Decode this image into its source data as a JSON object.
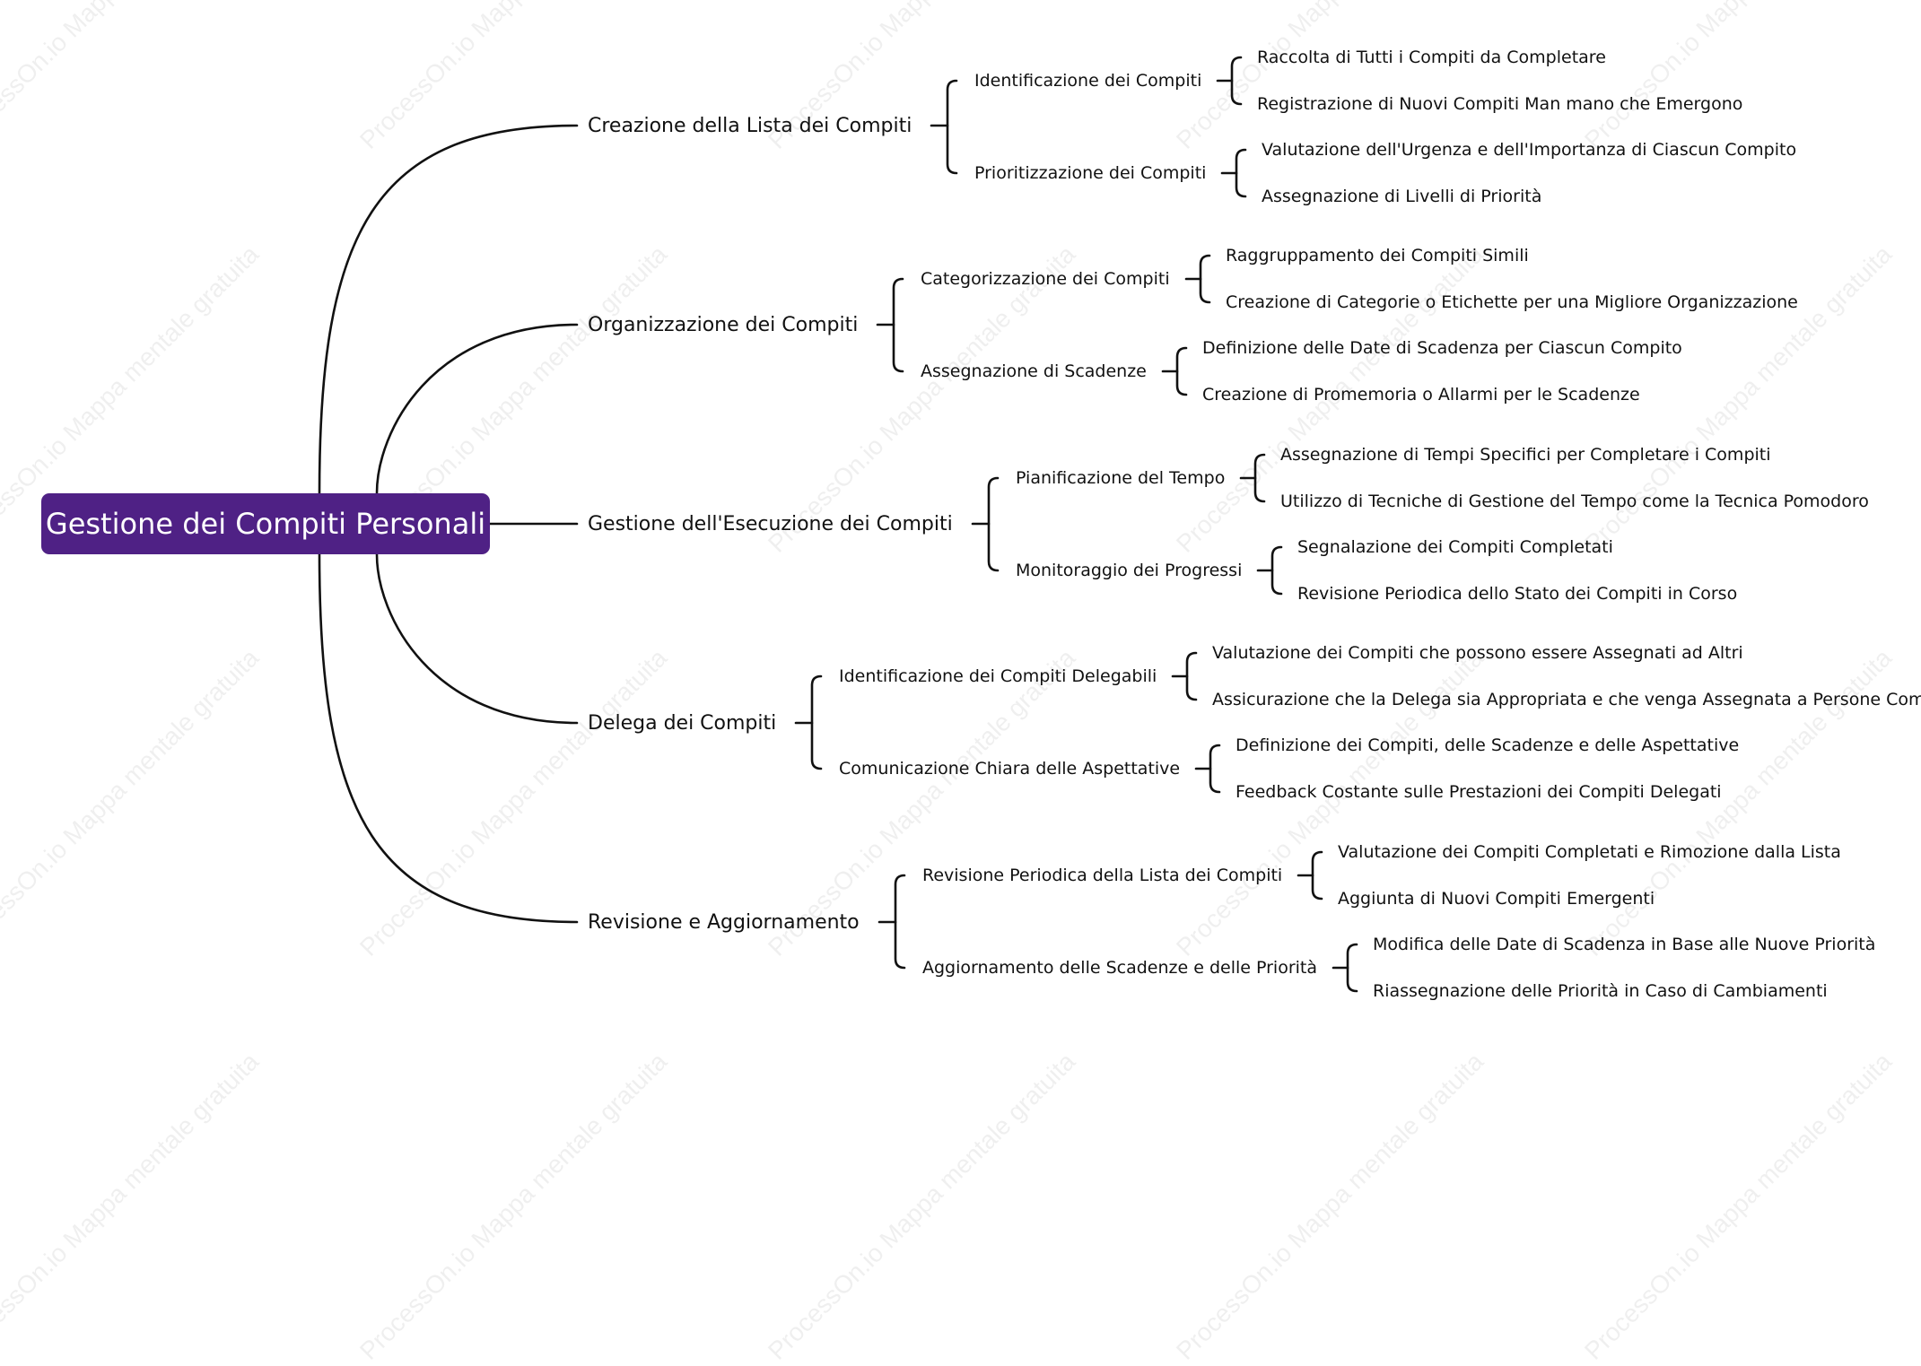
{
  "root": "Gestione dei Compiti Personali",
  "watermark": "ProcessOn.io Mappa mentale gratuita",
  "branches": [
    {
      "label": "Creazione della Lista dei Compiti",
      "children": [
        {
          "label": "Identificazione dei Compiti",
          "children": [
            "Raccolta di Tutti i Compiti da Completare",
            "Registrazione di Nuovi Compiti Man mano che Emergono"
          ]
        },
        {
          "label": "Prioritizzazione dei Compiti",
          "children": [
            "Valutazione dell'Urgenza e dell'Importanza di Ciascun Compito",
            "Assegnazione di Livelli di Priorità"
          ]
        }
      ]
    },
    {
      "label": "Organizzazione dei Compiti",
      "children": [
        {
          "label": "Categorizzazione dei Compiti",
          "children": [
            "Raggruppamento dei Compiti Simili",
            "Creazione di Categorie o Etichette per una Migliore Organizzazione"
          ]
        },
        {
          "label": "Assegnazione di Scadenze",
          "children": [
            "Definizione delle Date di Scadenza per Ciascun Compito",
            "Creazione di Promemoria o Allarmi per le Scadenze"
          ]
        }
      ]
    },
    {
      "label": "Gestione dell'Esecuzione dei Compiti",
      "children": [
        {
          "label": "Pianificazione del Tempo",
          "children": [
            "Assegnazione di Tempi Specifici per Completare i Compiti",
            "Utilizzo di Tecniche di Gestione del Tempo come la Tecnica Pomodoro"
          ]
        },
        {
          "label": "Monitoraggio dei Progressi",
          "children": [
            "Segnalazione dei Compiti Completati",
            "Revisione Periodica dello Stato dei Compiti in Corso"
          ]
        }
      ]
    },
    {
      "label": "Delega dei Compiti",
      "children": [
        {
          "label": "Identificazione dei Compiti Delegabili",
          "children": [
            "Valutazione dei Compiti che possono essere Assegnati ad Altri",
            "Assicurazione che la Delega sia Appropriata e che venga Assegnata a Persone Competenti"
          ]
        },
        {
          "label": "Comunicazione Chiara delle Aspettative",
          "children": [
            "Definizione dei Compiti, delle Scadenze e delle Aspettative",
            "Feedback Costante sulle Prestazioni dei Compiti Delegati"
          ]
        }
      ]
    },
    {
      "label": "Revisione e Aggiornamento",
      "children": [
        {
          "label": "Revisione Periodica della Lista dei Compiti",
          "children": [
            "Valutazione dei Compiti Completati e Rimozione dalla Lista",
            "Aggiunta di Nuovi Compiti Emergenti"
          ]
        },
        {
          "label": "Aggiornamento delle Scadenze e delle Priorità",
          "children": [
            "Modifica delle Date di Scadenza in Base alle Nuove Priorità",
            "Riassegnazione delle Priorità in Caso di Cambiamenti"
          ]
        }
      ]
    }
  ],
  "colors": {
    "root_bg": "#4f2185",
    "root_text": "#ffffff",
    "line": "#111111",
    "text": "#111111"
  }
}
